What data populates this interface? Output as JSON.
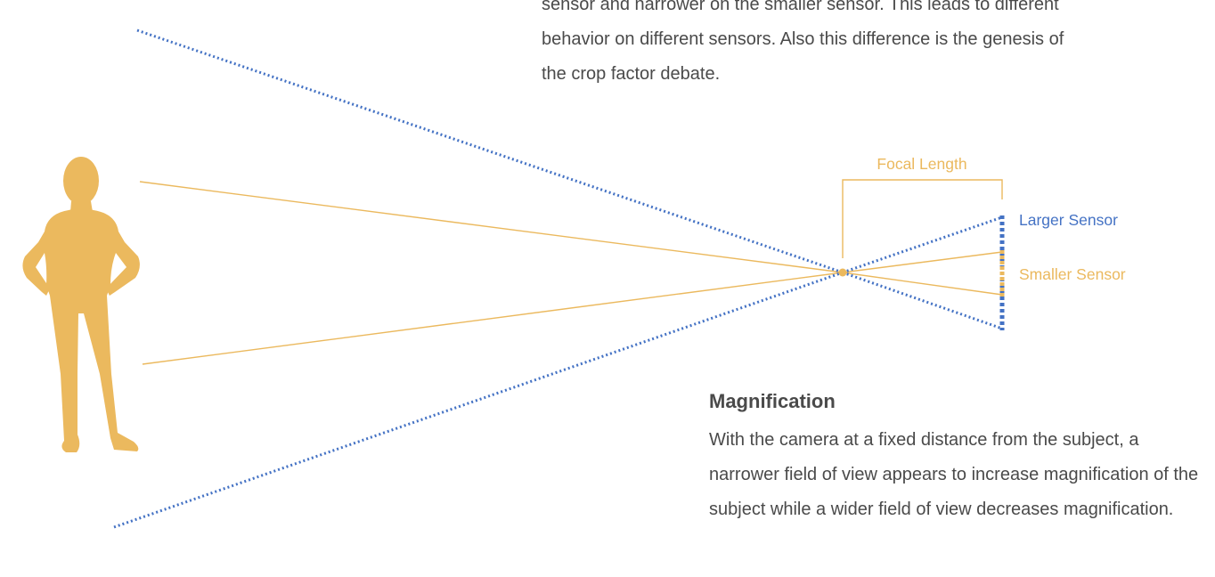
{
  "text": {
    "top_paragraph": "sensor and narrower on the smaller sensor. This leads to different behavior on different sensors. Also this difference is the genesis of the crop factor debate.",
    "magnification_title": "Magnification",
    "magnification_body": "With the camera at a fixed distance from the subject, a narrower field of view appears to increase magnification of the subject while a wider field of view decreases magnification."
  },
  "diagram": {
    "labels": {
      "focal_length": "Focal Length",
      "larger_sensor": "Larger Sensor",
      "smaller_sensor": "Smaller Sensor"
    },
    "icons": {
      "subject": "standing-person-silhouette-icon"
    }
  },
  "colors": {
    "orange": "#ebb95e",
    "blue": "#4472c4",
    "text": "#4a4a4a"
  }
}
